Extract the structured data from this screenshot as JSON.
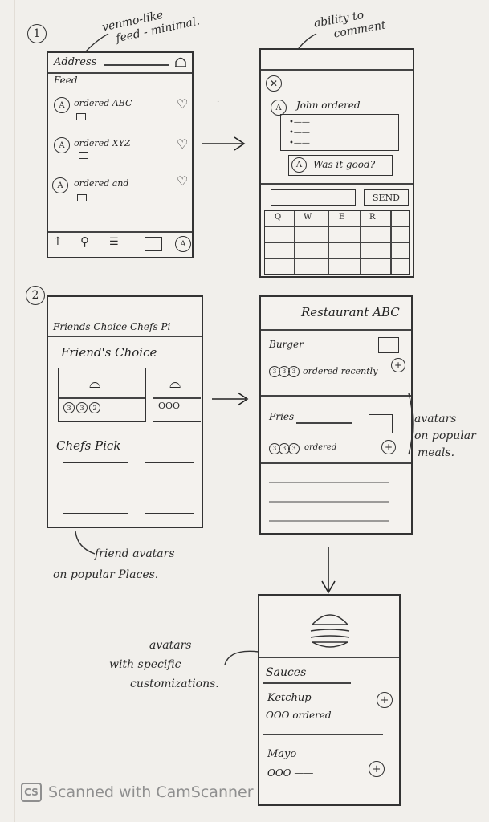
{
  "sketch1": {
    "number": "1",
    "annotation_feed": [
      "venmo-like",
      "feed - minimal."
    ],
    "annotation_comment": [
      "ability to",
      "comment"
    ],
    "feed_screen": {
      "address_label": "Address",
      "feed_label": "Feed",
      "items": [
        {
          "avatar": "A",
          "text": "ordered ABC"
        },
        {
          "avatar": "A",
          "text": "ordered XYZ"
        },
        {
          "avatar": "A",
          "text": "ordered and"
        }
      ]
    },
    "comment_screen": {
      "close_glyph": "✕",
      "avatar": "A",
      "post_text": "John ordered",
      "comment_avatar": "A",
      "comment_text": "Was it good?",
      "send_label": "SEND",
      "keys": [
        "Q",
        "W",
        "E",
        "R"
      ]
    }
  },
  "sketch2": {
    "number": "2",
    "friends_screen": {
      "tabs": "Friends Choice   Chefs Pi",
      "section1": "Friend's Choice",
      "section2": "Chefs Pick",
      "avatars": [
        "3",
        "3",
        "2"
      ],
      "ooo": "OOO"
    },
    "annotation_friends": [
      "friend avatars",
      "on popular Places."
    ],
    "restaurant_screen": {
      "title": "Restaurant ABC",
      "items": [
        {
          "name": "Burger",
          "sub": "ordered recently"
        },
        {
          "name": "Fries",
          "sub": "ordered"
        }
      ]
    },
    "annotation_meals": [
      "avatars",
      "on popular",
      "meals."
    ],
    "detail_screen": {
      "section": "Sauces",
      "items": [
        {
          "name": "Ketchup",
          "sub": "OOO ordered"
        },
        {
          "name": "Mayo",
          "sub": "OOO ——"
        }
      ]
    },
    "annotation_custom": [
      "avatars",
      "with specific",
      "customizations."
    ]
  },
  "footer": {
    "logo": "CS",
    "text": "Scanned with CamScanner"
  }
}
